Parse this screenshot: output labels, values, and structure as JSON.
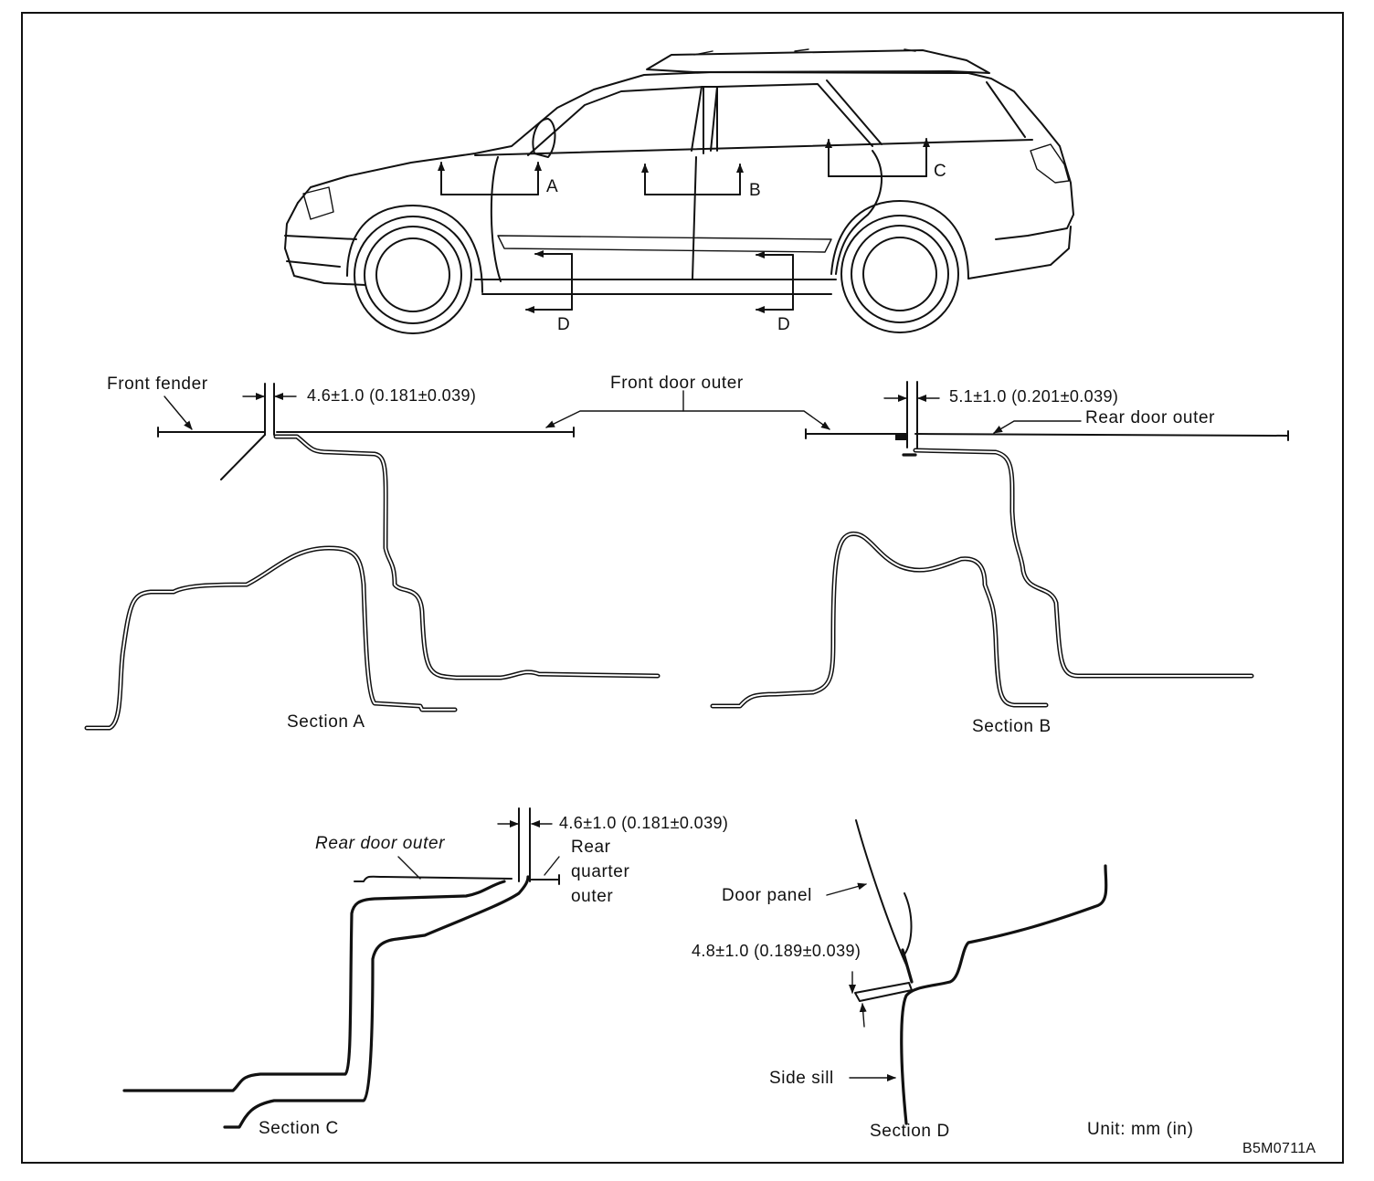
{
  "figure_code": "B5M0711A",
  "unit_note": "Unit: mm (in)",
  "vehicle_markers": {
    "a": "A",
    "b": "B",
    "c": "C",
    "d_front": "D",
    "d_rear": "D"
  },
  "section_a": {
    "caption": "Section A",
    "label_left": "Front fender",
    "label_right": "Front door outer",
    "gap": "4.6±1.0 (0.181±0.039)"
  },
  "section_b": {
    "caption": "Section B",
    "label_right": "Rear door outer",
    "gap": "5.1±1.0 (0.201±0.039)"
  },
  "section_c": {
    "caption": "Section C",
    "label_left": "Rear door outer",
    "label_right_line1": "Rear",
    "label_right_line2": "quarter",
    "label_right_line3": "outer",
    "gap": "4.6±1.0 (0.181±0.039)"
  },
  "section_d": {
    "caption": "Section D",
    "label_top": "Door panel",
    "label_bottom": "Side sill",
    "gap": "4.8±1.0 (0.189±0.039)"
  }
}
